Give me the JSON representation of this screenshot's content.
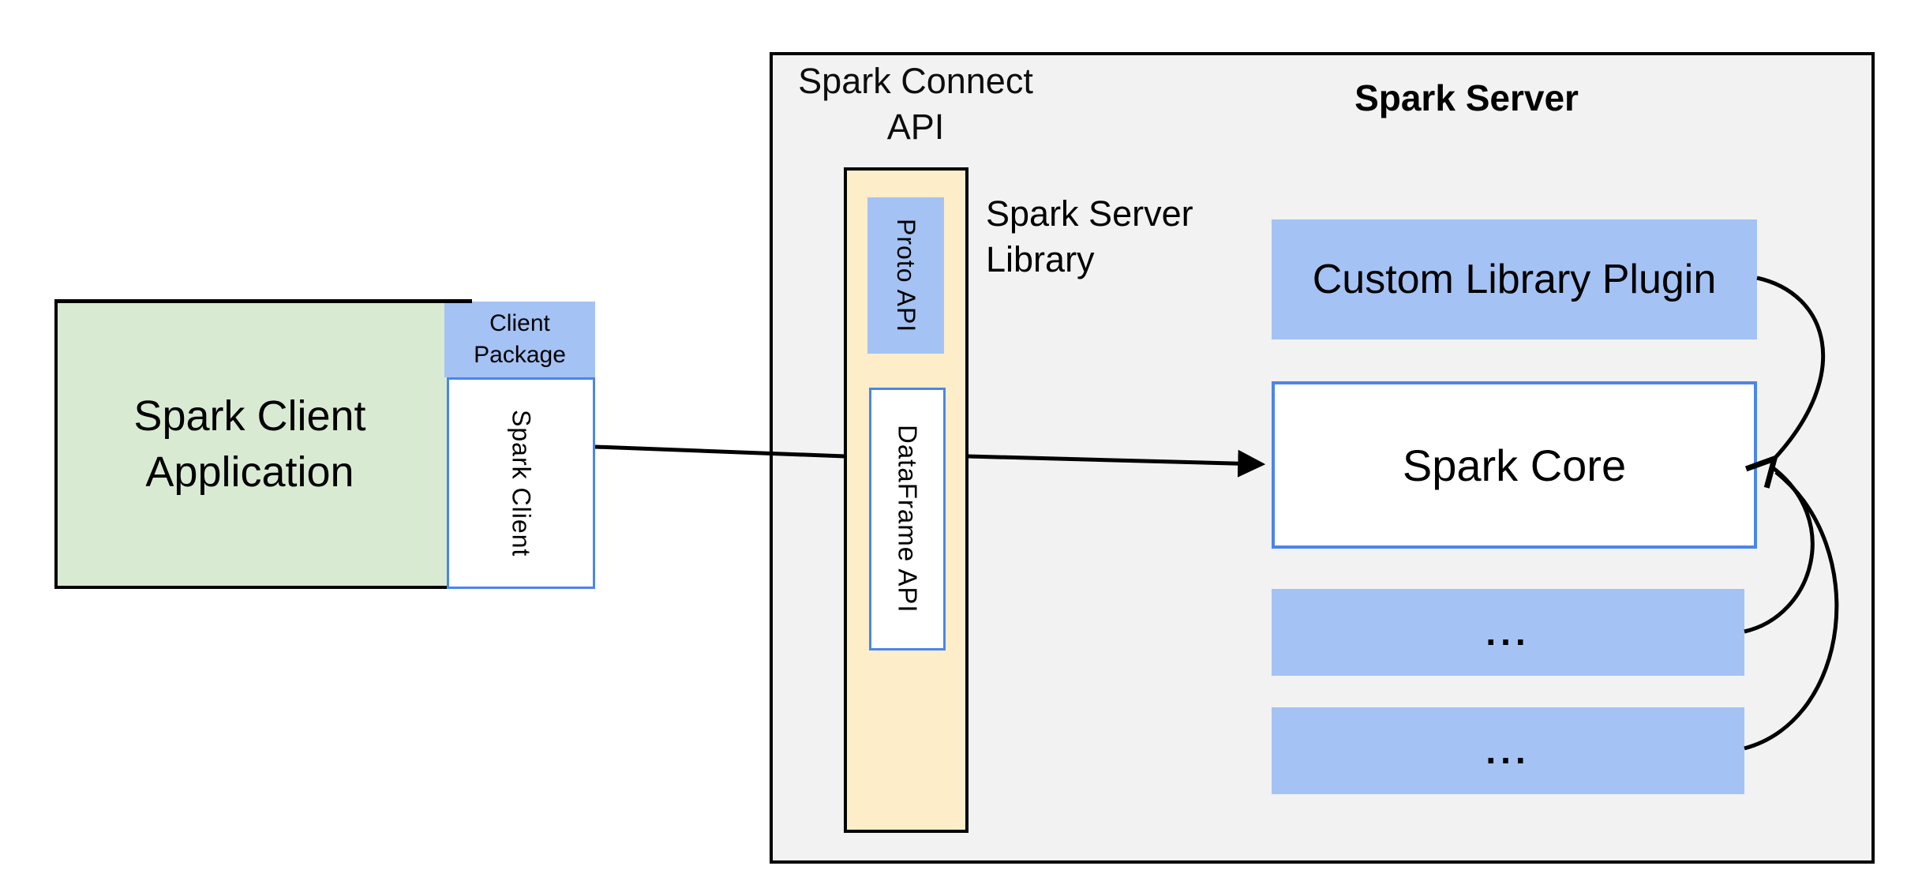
{
  "client": {
    "title_line1": "Spark Client",
    "title_line2": "Application",
    "package_line1": "Client",
    "package_line2": "Package",
    "client_label": "Spark Client"
  },
  "connect_api": {
    "label_line1": "Spark Connect",
    "label_line2": "API",
    "proto_label": "Proto API",
    "dataframe_label": "DataFrame API",
    "library_line1": "Spark Server",
    "library_line2": "Library"
  },
  "server": {
    "title": "Spark Server",
    "plugin_label": "Custom Library Plugin",
    "core_label": "Spark Core",
    "ellipsis_1": "...",
    "ellipsis_2": "..."
  },
  "colors": {
    "client_green": "#d9ead3",
    "component_blue": "#a4c2f4",
    "api_yellow": "#fdeec9",
    "outline_blue": "#4a86e8",
    "server_gray": "#f2f2f2",
    "line_black": "#000000"
  }
}
